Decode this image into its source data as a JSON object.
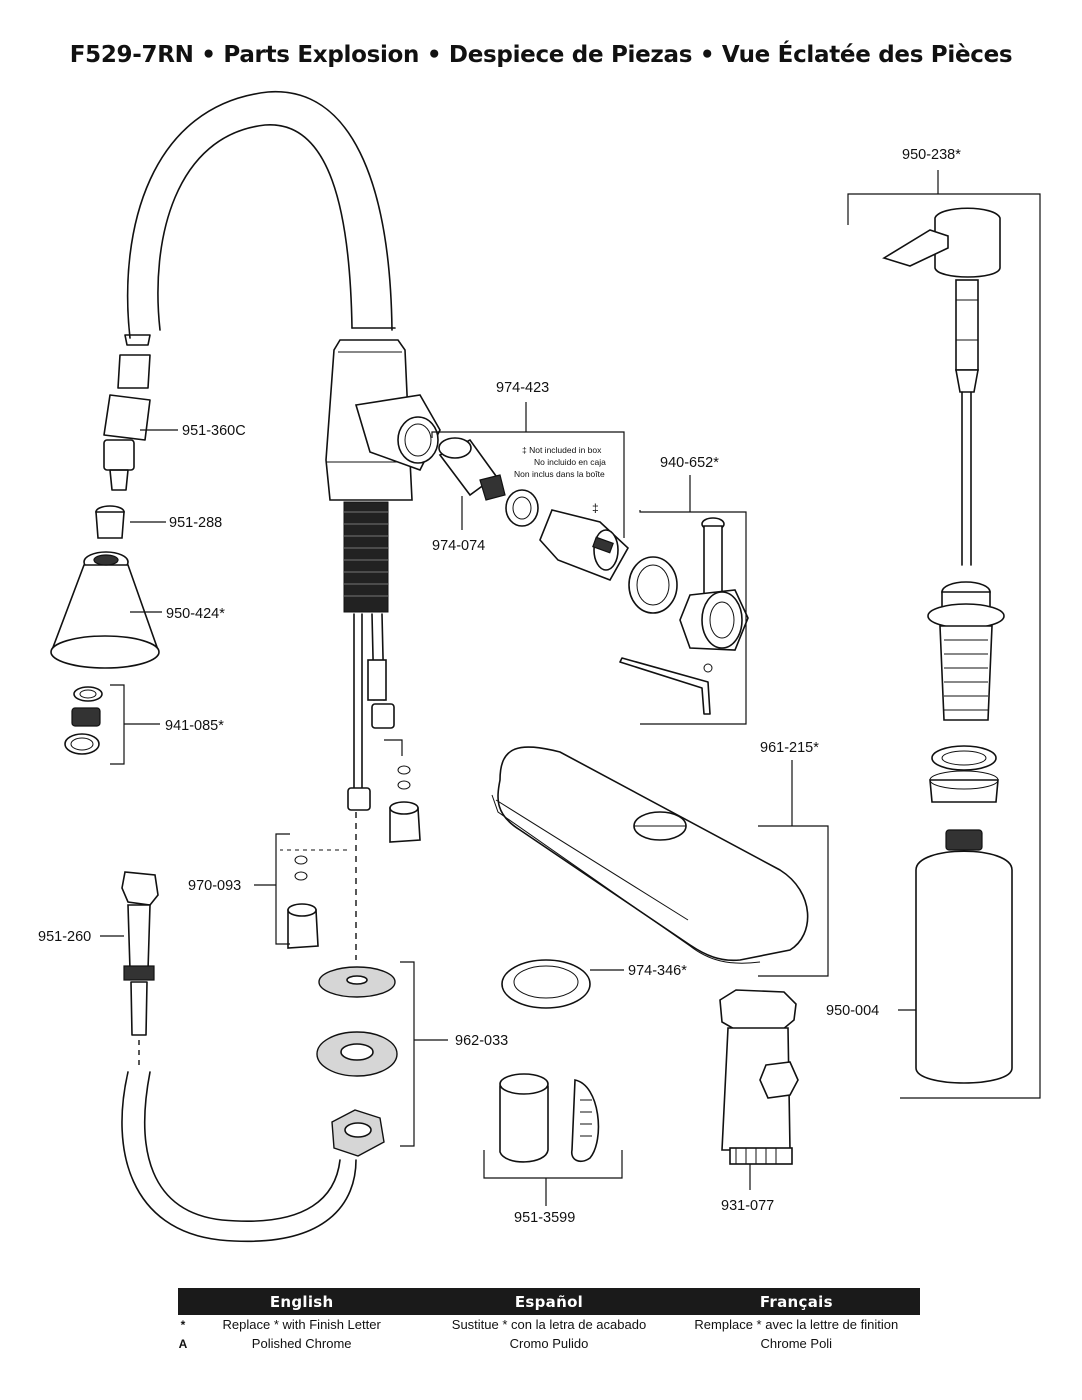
{
  "title": "F529-7RN • Parts Explosion • Despiece de Piezas • Vue Éclatée des Pièces",
  "part_labels": {
    "p951_360C": "951-360C",
    "p951_288": "951-288",
    "p950_424": "950-424*",
    "p941_085": "941-085*",
    "p970_093": "970-093",
    "p951_260": "951-260",
    "p962_033": "962-033",
    "p974_423": "974-423",
    "p974_074": "974-074",
    "p940_652": "940-652*",
    "p961_215": "961-215*",
    "p974_346": "974-346*",
    "p951_3599": "951-3599",
    "p931_077": "931-077",
    "p950_238": "950-238*",
    "p950_004": "950-004"
  },
  "notes": {
    "not_included_en": "‡ Not included in box",
    "not_included_es": "No incluido en caja",
    "not_included_fr": "Non inclus dans la boîte",
    "dagger": "‡"
  },
  "legend": {
    "headers": [
      "English",
      "Español",
      "Français"
    ],
    "rows": [
      {
        "key": "*",
        "en": "Replace * with Finish Letter",
        "es": "Sustitue * con la letra de acabado",
        "fr": "Remplace * avec la lettre de finition"
      },
      {
        "key": "A",
        "en": "Polished Chrome",
        "es": "Cromo Pulido",
        "fr": "Chrome Poli"
      }
    ]
  }
}
